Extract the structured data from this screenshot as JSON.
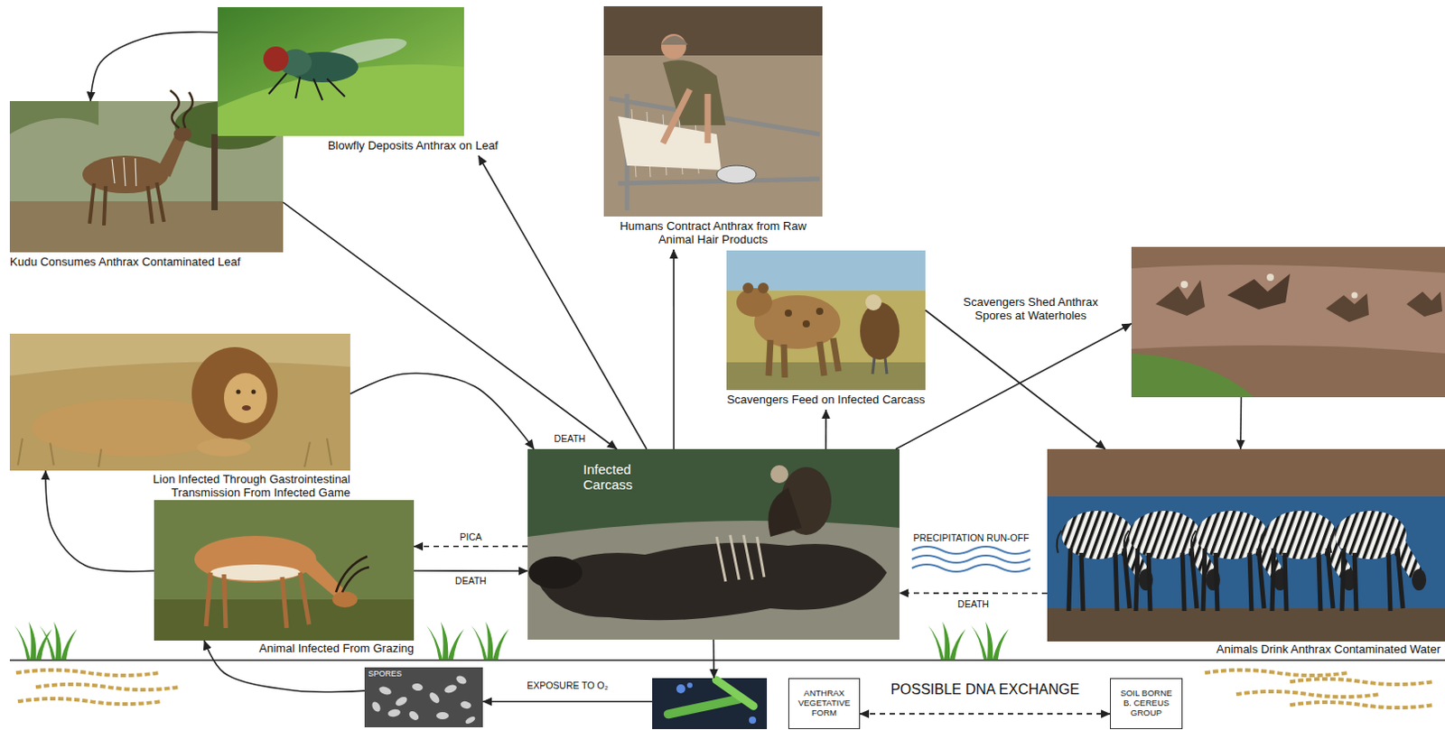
{
  "diagram": {
    "nodes": [
      {
        "text": [
          "Blowfly Deposits Anthrax on Leaf"
        ]
      },
      {
        "text": [
          "Kudu Consumes Anthrax Contaminated Leaf"
        ]
      },
      {
        "text": [
          "Humans Contract Anthrax from Raw Animal Hair Products"
        ]
      },
      {
        "text": [
          "Scavengers Feed on Infected Carcass"
        ]
      },
      {
        "text": [
          "Scavengers Shed Anthrax Spores at Waterholes"
        ]
      },
      {
        "text": [
          "Lion Infected Through Gastrointestinal Transmission From Infected Game"
        ]
      },
      {
        "text": [
          "Infected Carcass"
        ]
      },
      {
        "text": [
          "Animal Infected From Grazing"
        ]
      },
      {
        "text": [
          "Animals Drink Anthrax Contaminated Water"
        ]
      },
      {
        "text": [
          "SPORES"
        ]
      },
      {
        "text": [
          "ANTHRAX VEGETATIVE FORM"
        ]
      },
      {
        "text": [
          "SOIL BORNE B. CEREUS GROUP"
        ]
      }
    ],
    "edges": [
      {
        "from": 0,
        "to": 1,
        "arrow": "to"
      },
      {
        "from": 1,
        "to": 6,
        "arrow": "to"
      },
      {
        "from": 6,
        "to": 0,
        "arrow": "to"
      },
      {
        "from": 6,
        "to": 2,
        "arrow": "to"
      },
      {
        "from": 6,
        "to": 3,
        "arrow": "to"
      },
      {
        "from": 6,
        "to": 4,
        "arrow": "to"
      },
      {
        "from": 3,
        "to": 8,
        "arrow": "to"
      },
      {
        "from": 4,
        "to": 8,
        "arrow": "to"
      },
      {
        "from": 5,
        "to": 6,
        "arrow": "to"
      },
      {
        "from": 7,
        "to": 5,
        "arrow": "to"
      },
      {
        "from": 7,
        "to": 6,
        "arrow": "to",
        "label": "DEATH"
      },
      {
        "from": 6,
        "to": 7,
        "arrow": "to",
        "label": "PICA"
      },
      {
        "from": 8,
        "to": 6,
        "arrow": "to",
        "label": "DEATH"
      },
      {
        "from": 6,
        "to": 10,
        "arrow": "to"
      },
      {
        "from": 10,
        "to": 9,
        "arrow": "to",
        "label": "EXPOSURE TO O₂"
      },
      {
        "from": 9,
        "to": 7,
        "arrow": "to"
      },
      {
        "from": 10,
        "to": 11,
        "arrow": "both",
        "label": "POSSIBLE DNA EXCHANGE"
      }
    ],
    "labels": [
      "DEATH",
      "PRECIPITATION RUN-OFF"
    ]
  }
}
